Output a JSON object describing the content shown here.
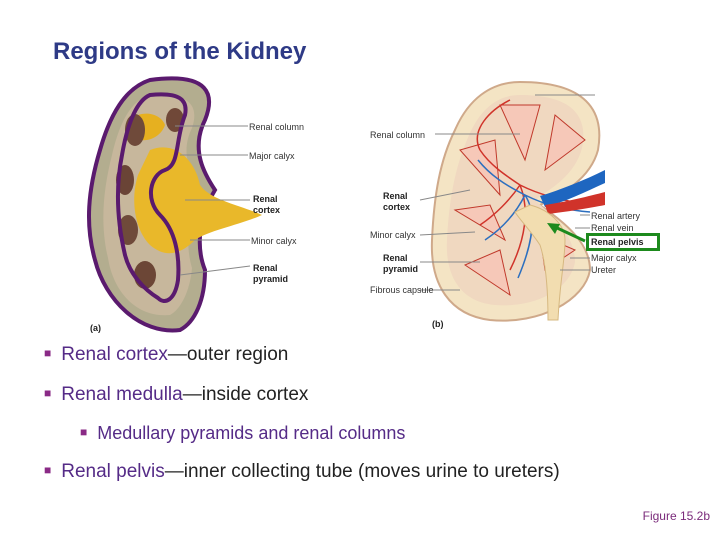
{
  "slide": {
    "title": "Regions of the Kidney",
    "figure_ref": "Figure 15.2b"
  },
  "figure_a": {
    "tag": "(a)",
    "labels": {
      "renal_column": "Renal column",
      "major_calyx": "Major calyx",
      "renal_cortex_1": "Renal",
      "renal_cortex_2": "cortex",
      "minor_calyx": "Minor calyx",
      "renal_pyramid_1": "Renal",
      "renal_pyramid_2": "pyramid"
    }
  },
  "figure_b": {
    "tag": "(b)",
    "labels": {
      "renal_column": "Renal column",
      "renal_cortex_1": "Renal",
      "renal_cortex_2": "cortex",
      "minor_calyx": "Minor calyx",
      "renal_pyramid_1": "Renal",
      "renal_pyramid_2": "pyramid",
      "fibrous_capsule": "Fibrous capsule",
      "renal_artery": "Renal artery",
      "renal_vein": "Renal vein",
      "renal_pelvis": "Renal pelvis",
      "major_calyx": "Major calyx",
      "ureter": "Ureter"
    }
  },
  "bullets": [
    {
      "term": "Renal cortex",
      "rest": "—outer region"
    },
    {
      "term": "Renal medulla",
      "rest": "—inside cortex"
    },
    {
      "term": "Medullary pyramids",
      "rest": " and renal columns"
    },
    {
      "term": "Renal pelvis",
      "rest": "—inner collecting tube (moves urine to ureters)"
    }
  ],
  "colors": {
    "title": "#2e3a86",
    "highlight": "#552b87",
    "outline": "#5a1a6e",
    "pelvis_box": "#1d8a1d"
  }
}
